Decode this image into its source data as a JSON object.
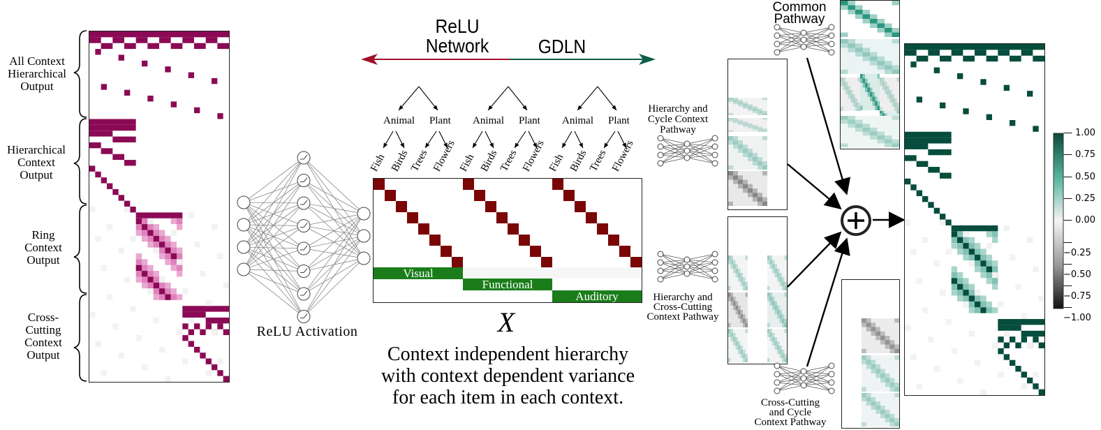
{
  "left_panel": {
    "brace_labels": [
      "All Context\nHierarchical\nOutput",
      "Hierarchical\nContext\nOutput",
      "Ring\nContext\nOutput",
      "Cross-\nCutting\nContext\nOutput"
    ]
  },
  "network": {
    "label": "ReLU Activation"
  },
  "axis_arrow": {
    "left_label": "ReLU\nNetwork",
    "right_label": "GDLN",
    "left_color": "#a0102a",
    "right_color": "#0b5e4a"
  },
  "trees": {
    "parents": [
      "Animal",
      "Plant"
    ],
    "leaves": [
      "Fish",
      "Birds",
      "Trees",
      "Flowers"
    ]
  },
  "input_matrix": {
    "symbol": "X",
    "contexts": [
      "Visual",
      "Functional",
      "Auditory"
    ],
    "caption": "Context independent hierarchy\nwith context dependent variance\nfor each item in each context."
  },
  "pathways": {
    "common": "Common\nPathway",
    "hier_cycle": "Hierarchy and\nCycle Context\nPathway",
    "hier_cross": "Hierarchy and\nCross-Cutting\nContext Pathway",
    "cross_cycle": "Cross-Cutting\nand Cycle\nContext Pathway"
  },
  "colorbar": {
    "ticks": [
      "1.00",
      "0.75",
      "0.50",
      "0.25",
      "0.00",
      "−0.25",
      "−0.50",
      "−0.75",
      "−1.00"
    ]
  },
  "colors": {
    "magenta": "#8b0a55",
    "maroon": "#7a0606",
    "teal": "#064d3d",
    "green": "#1a7d1a"
  }
}
